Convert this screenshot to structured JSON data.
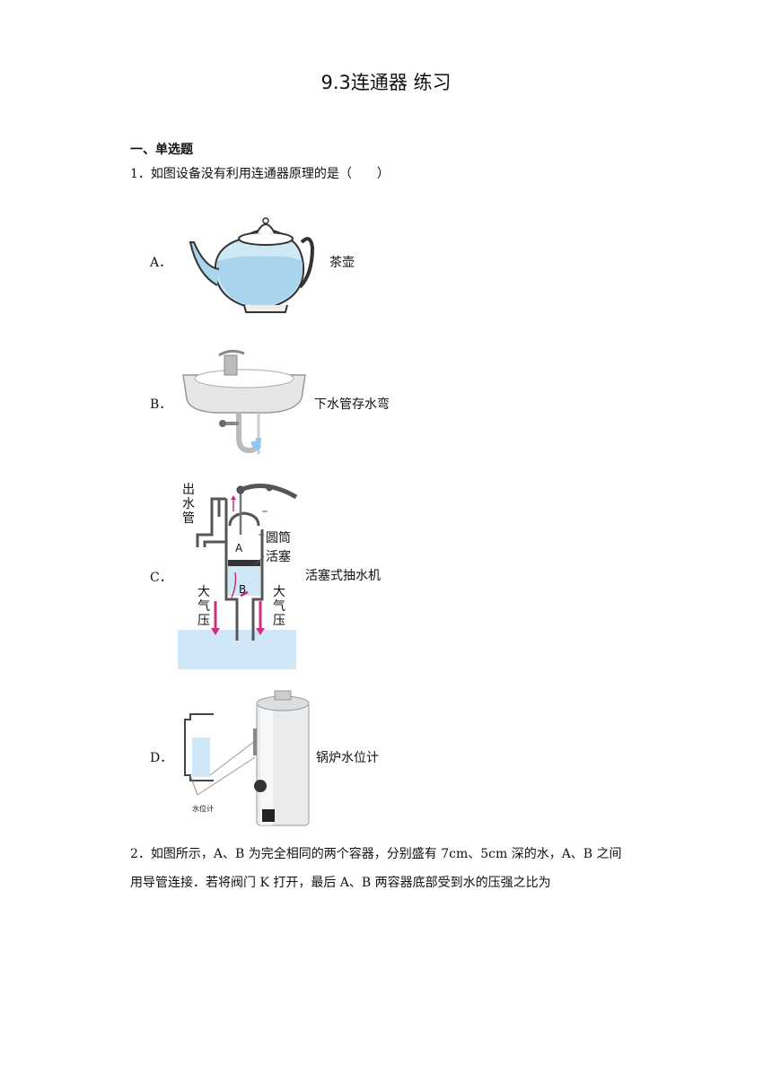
{
  "title": "9.3连通器 练习",
  "section_heading": "一、单选题",
  "q1": {
    "stem": "1．如图设备没有利用连通器原理的是（　　）",
    "options": [
      {
        "letter": "A．",
        "text": "茶壶"
      },
      {
        "letter": "B．",
        "text": "下水管存水弯"
      },
      {
        "letter": "C．",
        "text": "活塞式抽水机",
        "figure_labels": {
          "outlet_pipe": [
            "出",
            "水",
            "管"
          ],
          "cylinder": "圆筒",
          "piston": "活塞",
          "valve_a": "A",
          "valve_b": "B",
          "atm_left": [
            "大",
            "气",
            "压"
          ],
          "atm_right": [
            "大",
            "气",
            "压"
          ]
        }
      },
      {
        "letter": "D．",
        "text": "锅炉水位计",
        "figure_labels": {
          "gauge": "水位计"
        }
      }
    ]
  },
  "q2": {
    "line1": "2．如图所示，A、B 为完全相同的两个容器，分别盛有 7cm、5cm 深的水，A、B 之间",
    "line2": "用导管连接．若将阀门 K 打开，最后 A、B 两容器底部受到水的压强之比为"
  }
}
